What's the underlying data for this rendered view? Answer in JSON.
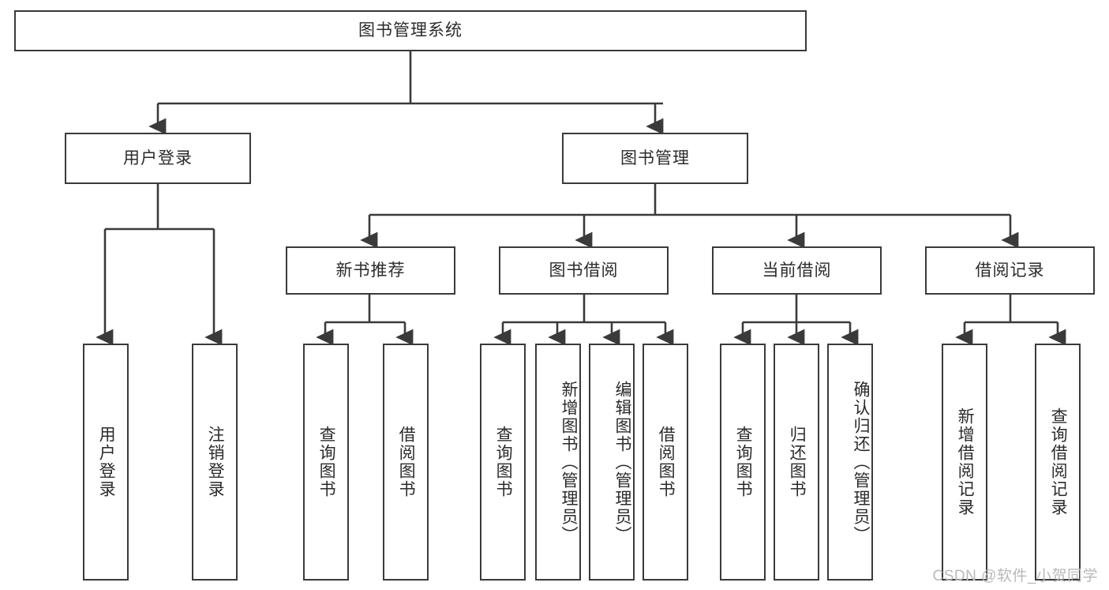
{
  "diagram": {
    "title": "图书管理系统",
    "type": "hierarchy-tree",
    "watermark": "CSDN @软件_小贺同学",
    "colors": {
      "box_border": "#3a3a3a",
      "box_fill": "#ffffff",
      "text": "#2b2b2b",
      "connector": "#3a3a3a",
      "watermark": "#b9b9b9"
    },
    "root": {
      "label": "图书管理系统"
    },
    "level2": [
      {
        "label": "用户登录"
      },
      {
        "label": "图书管理"
      }
    ],
    "level3": [
      {
        "label": "新书推荐"
      },
      {
        "label": "图书借阅"
      },
      {
        "label": "当前借阅"
      },
      {
        "label": "借阅记录"
      }
    ],
    "leaves": {
      "user_login": [
        {
          "label": "用户登录"
        },
        {
          "label": "注销登录"
        }
      ],
      "new_book_recommend": [
        {
          "label": "查询图书"
        },
        {
          "label": "借阅图书"
        }
      ],
      "book_borrow": [
        {
          "label": "查询图书"
        },
        {
          "label": "新增图书（管理员）"
        },
        {
          "label": "编辑图书（管理员）"
        },
        {
          "label": "借阅图书"
        }
      ],
      "current_borrow": [
        {
          "label": "查询图书"
        },
        {
          "label": "归还图书"
        },
        {
          "label": "确认归还（管理员）"
        }
      ],
      "borrow_record": [
        {
          "label": "新增借阅记录"
        },
        {
          "label": "查询借阅记录"
        }
      ]
    }
  }
}
